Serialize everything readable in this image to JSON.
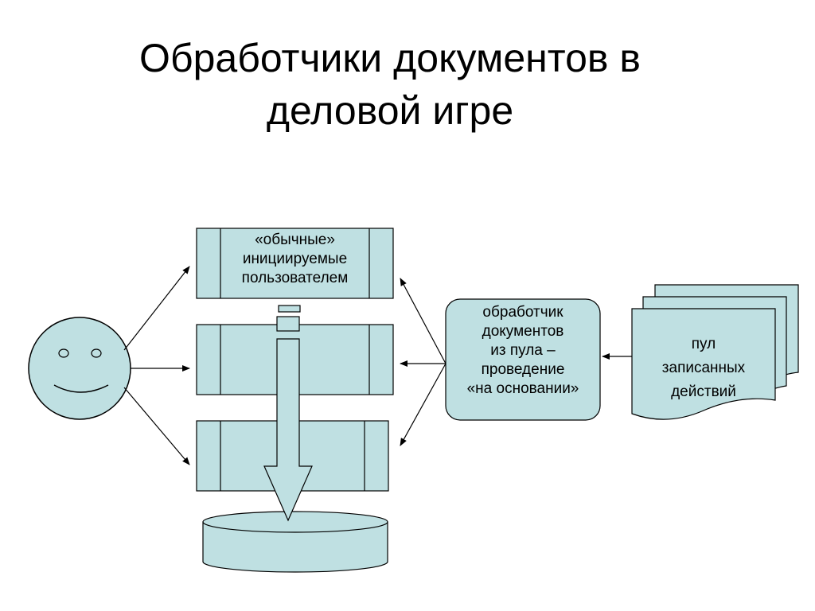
{
  "title": {
    "line1": "Обработчики документов в",
    "line2": "деловой игре"
  },
  "colors": {
    "fill": "#bfe0e2",
    "stroke": "#000000",
    "background": "#ffffff"
  },
  "actor": {
    "icon": "smiley-face-icon"
  },
  "handler_normal": {
    "line1": "«обычные»",
    "line2": "инициируемые",
    "line3": "пользователем"
  },
  "handler_pool": {
    "line1": "обработчик",
    "line2": "документов",
    "line3": "из пула –",
    "line4": "проведение",
    "line5": "«на основании»"
  },
  "action_pool": {
    "line1": "пул",
    "line2": "записанных",
    "line3": "действий"
  },
  "database": {
    "icon": "database-cylinder-icon"
  }
}
